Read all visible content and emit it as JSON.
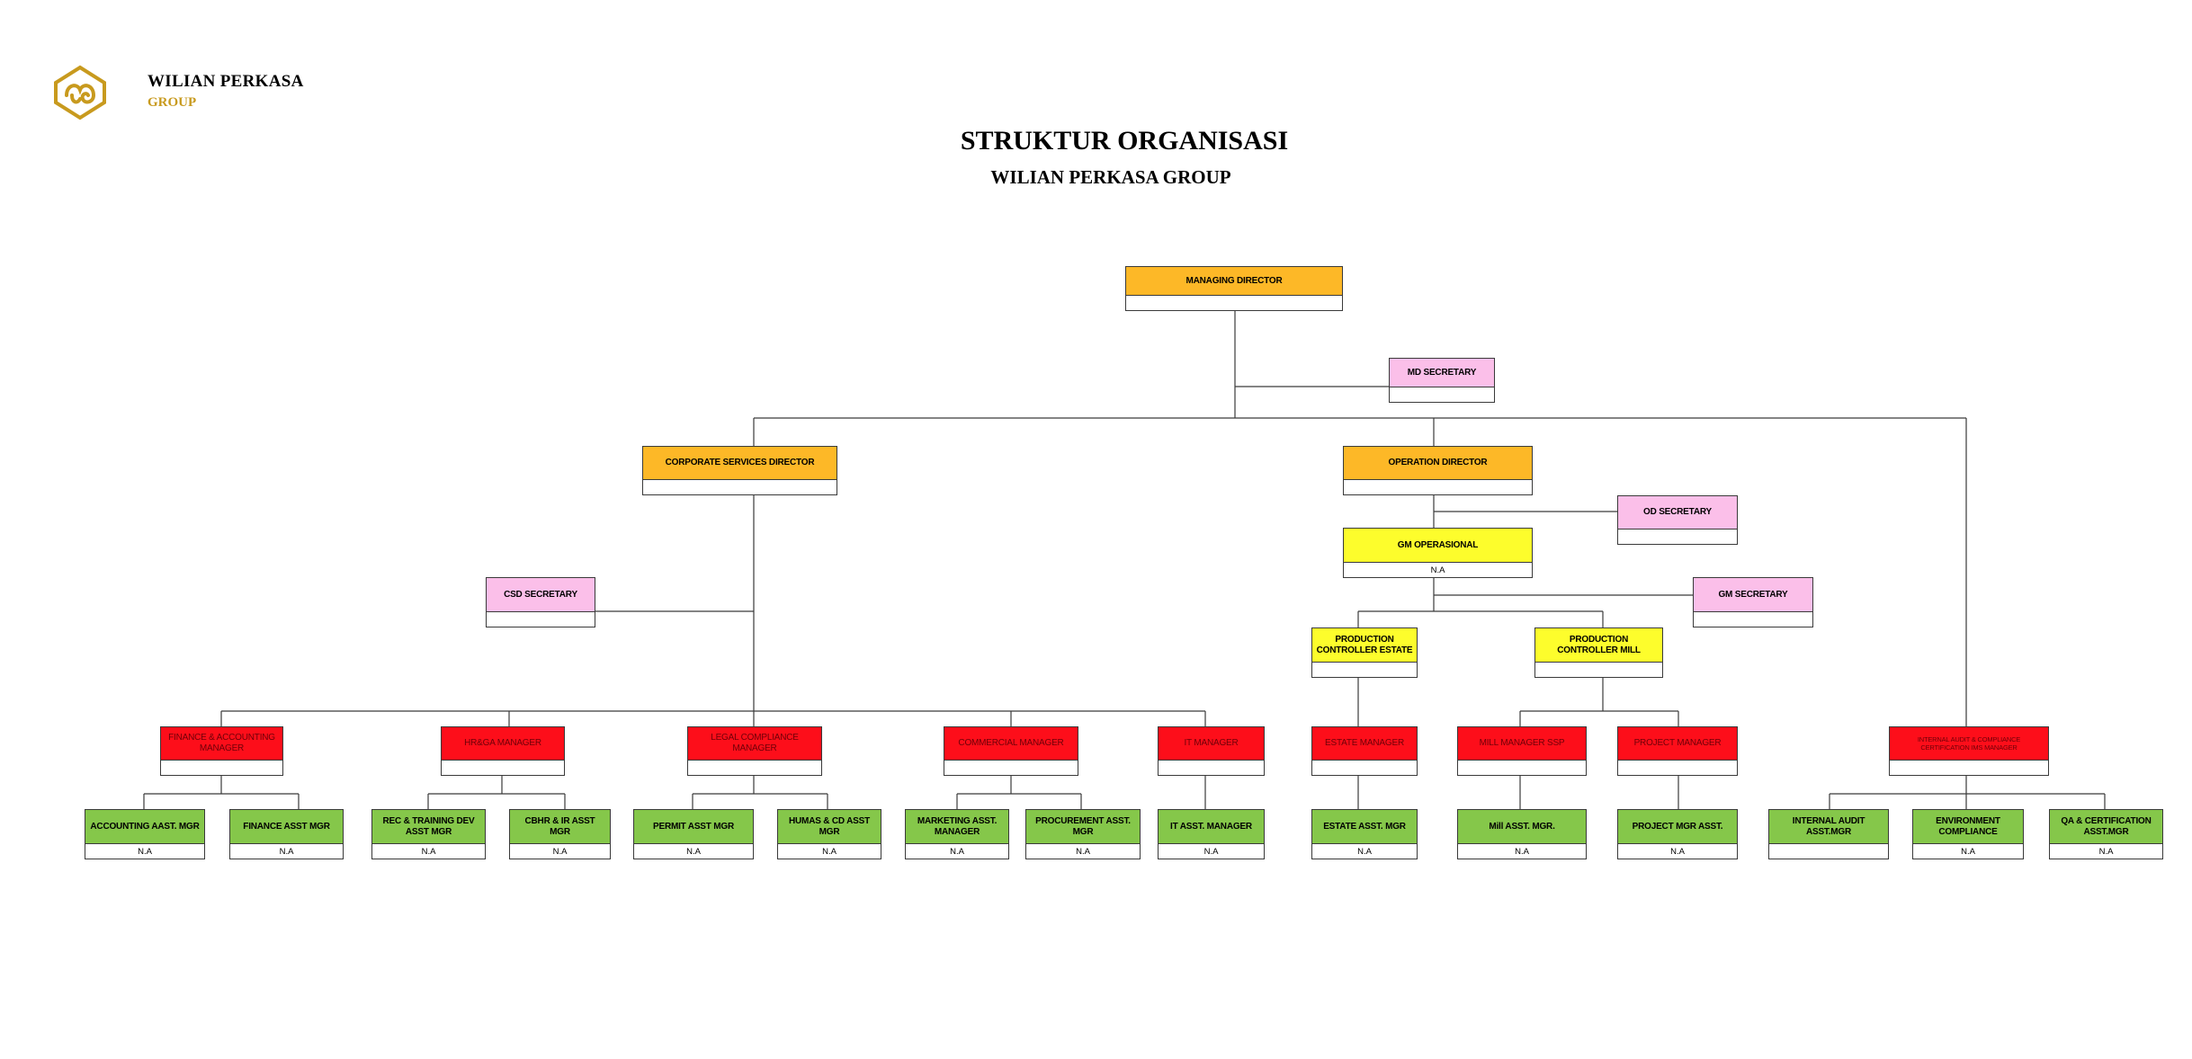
{
  "header": {
    "brand_name": "WILIAN PERKASA",
    "brand_sub": "GROUP",
    "title": "STRUKTUR ORGANISASI",
    "subtitle": "WILIAN PERKASA GROUP"
  },
  "colors": {
    "director": "#fdb827",
    "secretary": "#fbbfe9",
    "general_manager": "#fdfd2c",
    "manager": "#fd0e1a",
    "assistant_manager": "#85c74a",
    "logo_gold": "#c89a1e"
  },
  "nodes": [
    {
      "id": "managing-director",
      "label": "MANAGING DIRECTOR",
      "value": "",
      "level": "director"
    },
    {
      "id": "md-secretary",
      "label": "MD SECRETARY",
      "value": "",
      "level": "secretary"
    },
    {
      "id": "corporate-services-director",
      "label": "CORPORATE SERVICES DIRECTOR",
      "value": "",
      "level": "director"
    },
    {
      "id": "operation-director",
      "label": "OPERATION DIRECTOR",
      "value": "",
      "level": "director"
    },
    {
      "id": "od-secretary",
      "label": "OD SECRETARY",
      "value": "",
      "level": "secretary"
    },
    {
      "id": "gm-operasional",
      "label": "GM OPERASIONAL",
      "value": "N.A",
      "level": "general_manager"
    },
    {
      "id": "gm-secretary",
      "label": "GM SECRETARY",
      "value": "",
      "level": "secretary"
    },
    {
      "id": "csd-secretary",
      "label": "CSD SECRETARY",
      "value": "",
      "level": "secretary"
    },
    {
      "id": "production-controller-estate",
      "label": "PRODUCTION CONTROLLER ESTATE",
      "value": "",
      "level": "general_manager"
    },
    {
      "id": "production-controller-mill",
      "label": "PRODUCTION CONTROLLER MILL",
      "value": "",
      "level": "general_manager"
    },
    {
      "id": "finance-accounting-manager",
      "label": "FINANCE & ACCOUNTING MANAGER",
      "value": "",
      "level": "manager"
    },
    {
      "id": "hrd-ga-manager",
      "label": "HR&GA MANAGER",
      "value": "",
      "level": "manager"
    },
    {
      "id": "legal-compliance-manager",
      "label": "LEGAL COMPLIANCE MANAGER",
      "value": "",
      "level": "manager"
    },
    {
      "id": "commercial-manager",
      "label": "COMMERCIAL MANAGER",
      "value": "",
      "level": "manager"
    },
    {
      "id": "it-manager",
      "label": "IT MANAGER",
      "value": "",
      "level": "manager"
    },
    {
      "id": "estate-manager",
      "label": "ESTATE MANAGER",
      "value": "",
      "level": "manager"
    },
    {
      "id": "mill-manager-ssp",
      "label": "MILL MANAGER SSP",
      "value": "",
      "level": "manager"
    },
    {
      "id": "project-manager",
      "label": "PROJECT MANAGER",
      "value": "",
      "level": "manager"
    },
    {
      "id": "internal-audit-manager",
      "label": "INTERNAL AUDIT & COMPLIANCE CERTIFICATION IMS MANAGER",
      "value": "",
      "level": "manager"
    },
    {
      "id": "accounting-asst-mgr",
      "label": "ACCOUNTING AAST. MGR",
      "value": "N.A",
      "level": "assistant_manager"
    },
    {
      "id": "finance-asst-mgr",
      "label": "FINANCE ASST MGR",
      "value": "N.A",
      "level": "assistant_manager"
    },
    {
      "id": "rec-training-dev-asst-mgr",
      "label": "REC & TRAINING DEV ASST MGR",
      "value": "N.A",
      "level": "assistant_manager"
    },
    {
      "id": "cbhr-ir-asst-mgr",
      "label": "CBHR & IR ASST MGR",
      "value": "N.A",
      "level": "assistant_manager"
    },
    {
      "id": "permit-asst-mgr",
      "label": "PERMIT ASST MGR",
      "value": "N.A",
      "level": "assistant_manager"
    },
    {
      "id": "humas-cd-asst-mgr",
      "label": "HUMAS & CD ASST MGR",
      "value": "N.A",
      "level": "assistant_manager"
    },
    {
      "id": "marketing-asst-manager",
      "label": "MARKETING ASST. MANAGER",
      "value": "N.A",
      "level": "assistant_manager"
    },
    {
      "id": "procurement-asst-mgr",
      "label": "PROCUREMENT ASST. MGR",
      "value": "N.A",
      "level": "assistant_manager"
    },
    {
      "id": "it-asst-manager",
      "label": "IT ASST. MANAGER",
      "value": "N.A",
      "level": "assistant_manager"
    },
    {
      "id": "estate-asst-mgr",
      "label": "ESTATE ASST. MGR",
      "value": "N.A",
      "level": "assistant_manager"
    },
    {
      "id": "mill-asst-mgr",
      "label": "Mill ASST. MGR.",
      "value": "N.A",
      "level": "assistant_manager"
    },
    {
      "id": "project-mgr-asst",
      "label": "PROJECT MGR ASST.",
      "value": "N.A",
      "level": "assistant_manager"
    },
    {
      "id": "internal-audit-asst-mgr",
      "label": "INTERNAL AUDIT ASST.MGR",
      "value": "",
      "level": "assistant_manager"
    },
    {
      "id": "environment-compliance",
      "label": "ENVIRONMENT COMPLIANCE",
      "value": "N.A",
      "level": "assistant_manager"
    },
    {
      "id": "qa-certification-asst-mgr",
      "label": "QA & CERTIFICATION ASST.MGR",
      "value": "N.A",
      "level": "assistant_manager"
    }
  ],
  "edges": [
    [
      "managing-director",
      "md-secretary"
    ],
    [
      "managing-director",
      "corporate-services-director"
    ],
    [
      "managing-director",
      "operation-director"
    ],
    [
      "managing-director",
      "internal-audit-manager"
    ],
    [
      "operation-director",
      "od-secretary"
    ],
    [
      "operation-director",
      "gm-operasional"
    ],
    [
      "gm-operasional",
      "gm-secretary"
    ],
    [
      "gm-operasional",
      "production-controller-estate"
    ],
    [
      "gm-operasional",
      "production-controller-mill"
    ],
    [
      "corporate-services-director",
      "csd-secretary"
    ],
    [
      "corporate-services-director",
      "finance-accounting-manager"
    ],
    [
      "corporate-services-director",
      "hrd-ga-manager"
    ],
    [
      "corporate-services-director",
      "legal-compliance-manager"
    ],
    [
      "corporate-services-director",
      "commercial-manager"
    ],
    [
      "corporate-services-director",
      "it-manager"
    ],
    [
      "production-controller-estate",
      "estate-manager"
    ],
    [
      "production-controller-mill",
      "mill-manager-ssp"
    ],
    [
      "production-controller-mill",
      "project-manager"
    ],
    [
      "finance-accounting-manager",
      "accounting-asst-mgr"
    ],
    [
      "finance-accounting-manager",
      "finance-asst-mgr"
    ],
    [
      "hrd-ga-manager",
      "rec-training-dev-asst-mgr"
    ],
    [
      "hrd-ga-manager",
      "cbhr-ir-asst-mgr"
    ],
    [
      "legal-compliance-manager",
      "permit-asst-mgr"
    ],
    [
      "legal-compliance-manager",
      "humas-cd-asst-mgr"
    ],
    [
      "commercial-manager",
      "marketing-asst-manager"
    ],
    [
      "commercial-manager",
      "procurement-asst-mgr"
    ],
    [
      "it-manager",
      "it-asst-manager"
    ],
    [
      "estate-manager",
      "estate-asst-mgr"
    ],
    [
      "mill-manager-ssp",
      "mill-asst-mgr"
    ],
    [
      "project-manager",
      "project-mgr-asst"
    ],
    [
      "internal-audit-manager",
      "internal-audit-asst-mgr"
    ],
    [
      "internal-audit-manager",
      "environment-compliance"
    ],
    [
      "internal-audit-manager",
      "qa-certification-asst-mgr"
    ]
  ]
}
